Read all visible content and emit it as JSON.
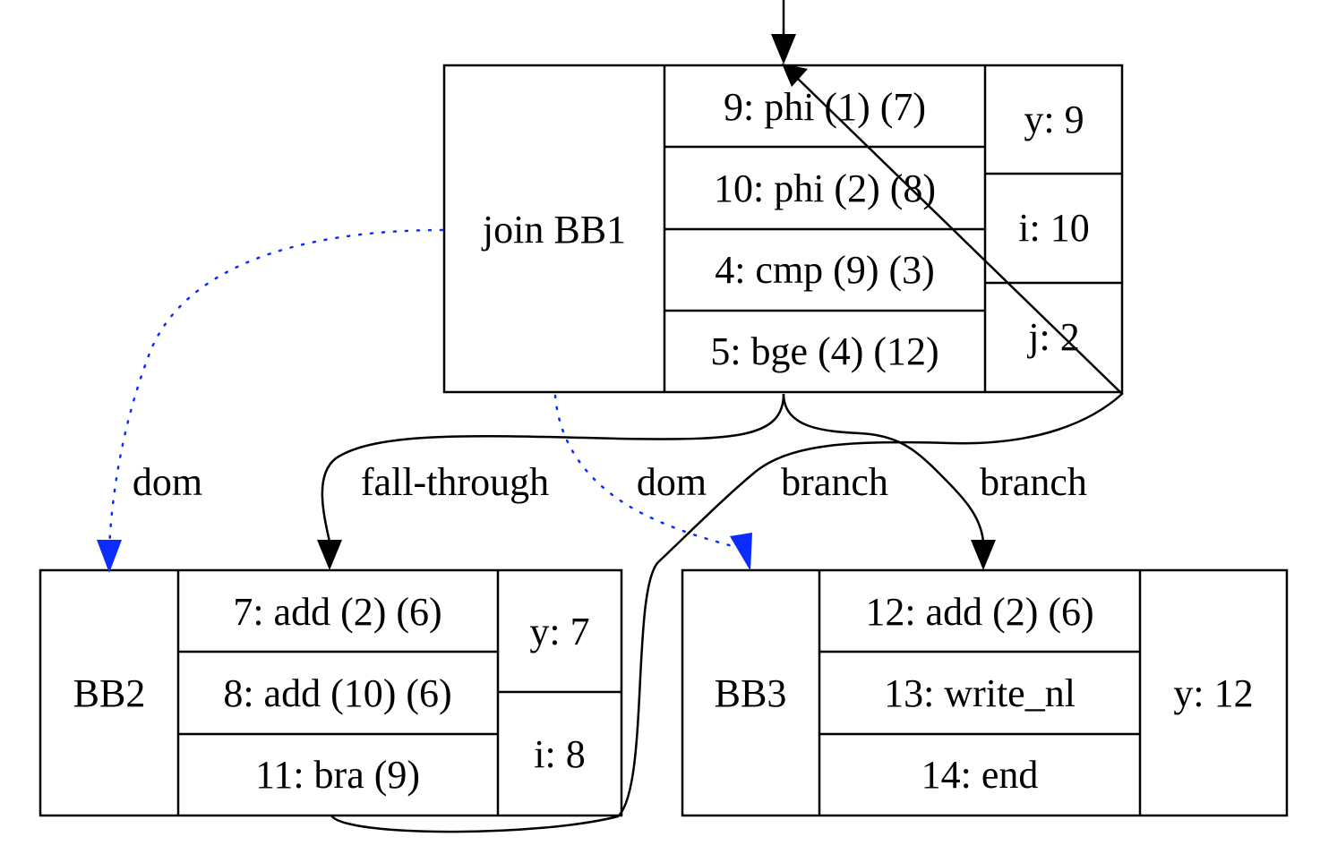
{
  "nodes": {
    "bb1": {
      "label": "join BB1",
      "instructions": [
        "9: phi (1) (7)",
        "10: phi (2) (8)",
        "4: cmp (9) (3)",
        "5: bge (4) (12)"
      ],
      "vars": [
        "y: 9",
        "i: 10",
        "j: 2"
      ]
    },
    "bb2": {
      "label": "BB2",
      "instructions": [
        "7: add (2) (6)",
        "8: add (10) (6)",
        "11: bra (9)"
      ],
      "vars": [
        "y: 7",
        "i: 8"
      ]
    },
    "bb3": {
      "label": "BB3",
      "instructions": [
        "12: add (2) (6)",
        "13: write_nl",
        "14: end"
      ],
      "vars": [
        "y: 12"
      ]
    }
  },
  "edges": {
    "dom_bb2": "dom",
    "fall_through": "fall-through",
    "dom_bb3": "dom",
    "branch_back": "branch",
    "branch_bb3": "branch"
  },
  "colors": {
    "node_stroke": "#000000",
    "control_edge": "#000000",
    "dom_edge": "#0a2cff"
  }
}
